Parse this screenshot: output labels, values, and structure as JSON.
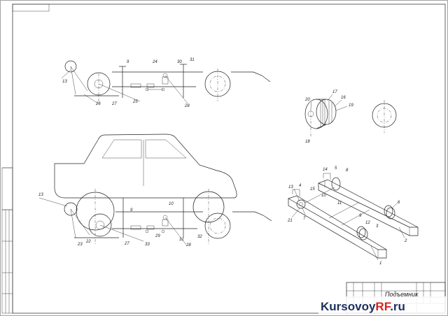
{
  "drawing": {
    "title_block": {
      "name": "Подъемник"
    },
    "watermark": {
      "part1": "Kursovoy",
      "part2": "RF",
      "part3": ".ru",
      "color_dark": "#1a2f5e",
      "color_red": "#d4241c"
    },
    "labels": {
      "v1_13": "13",
      "v1_9": "9",
      "v1_24": "24",
      "v1_30": "30",
      "v1_31": "31",
      "v1_26": "26",
      "v1_27": "27",
      "v1_25": "25",
      "v1_28": "28",
      "d_20": "20",
      "d_17": "17",
      "d_16": "16",
      "d_19": "19",
      "d_18": "18",
      "c_13": "13",
      "c_9": "9",
      "c_10": "10",
      "c_23": "23",
      "c_22": "22",
      "c_27": "27",
      "c_33": "33",
      "c_29": "29",
      "c_28": "28",
      "c_31": "31",
      "c_32": "32",
      "r_14": "14",
      "r_5": "5",
      "r_8": "8",
      "r_13": "13",
      "r_4": "4",
      "r_15": "15",
      "r_10": "10",
      "r_11": "11",
      "r_6": "6",
      "r_21": "21",
      "r_7": "7",
      "r_9": "9",
      "r_12": "12",
      "r_3": "3",
      "r_2": "2",
      "r_1": "1"
    }
  }
}
